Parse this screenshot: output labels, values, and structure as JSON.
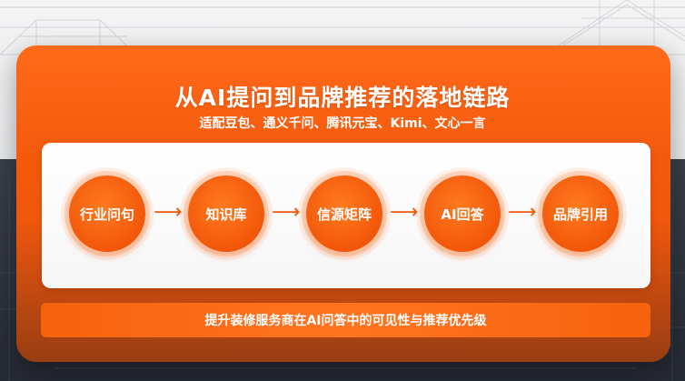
{
  "title": "从AI提问到品牌推荐的落地链路",
  "subtitle": "适配豆包、通义千问、腾讯元宝、Kimi、文心一言",
  "flow": {
    "steps": [
      {
        "label": "行业问句",
        "icon": "circle-node"
      },
      {
        "label": "知识库",
        "icon": "circle-node"
      },
      {
        "label": "信源矩阵",
        "icon": "circle-node"
      },
      {
        "label": "AI回答",
        "icon": "circle-node"
      },
      {
        "label": "品牌引用",
        "icon": "circle-node"
      }
    ],
    "arrow_icon": "arrow-right-icon"
  },
  "banner_text": "提升装修服务商在AI问答中的可见性与推荐优先级",
  "colors": {
    "accent": "#f45a0d",
    "panel": "#ffffff",
    "text": "#ffffff"
  }
}
